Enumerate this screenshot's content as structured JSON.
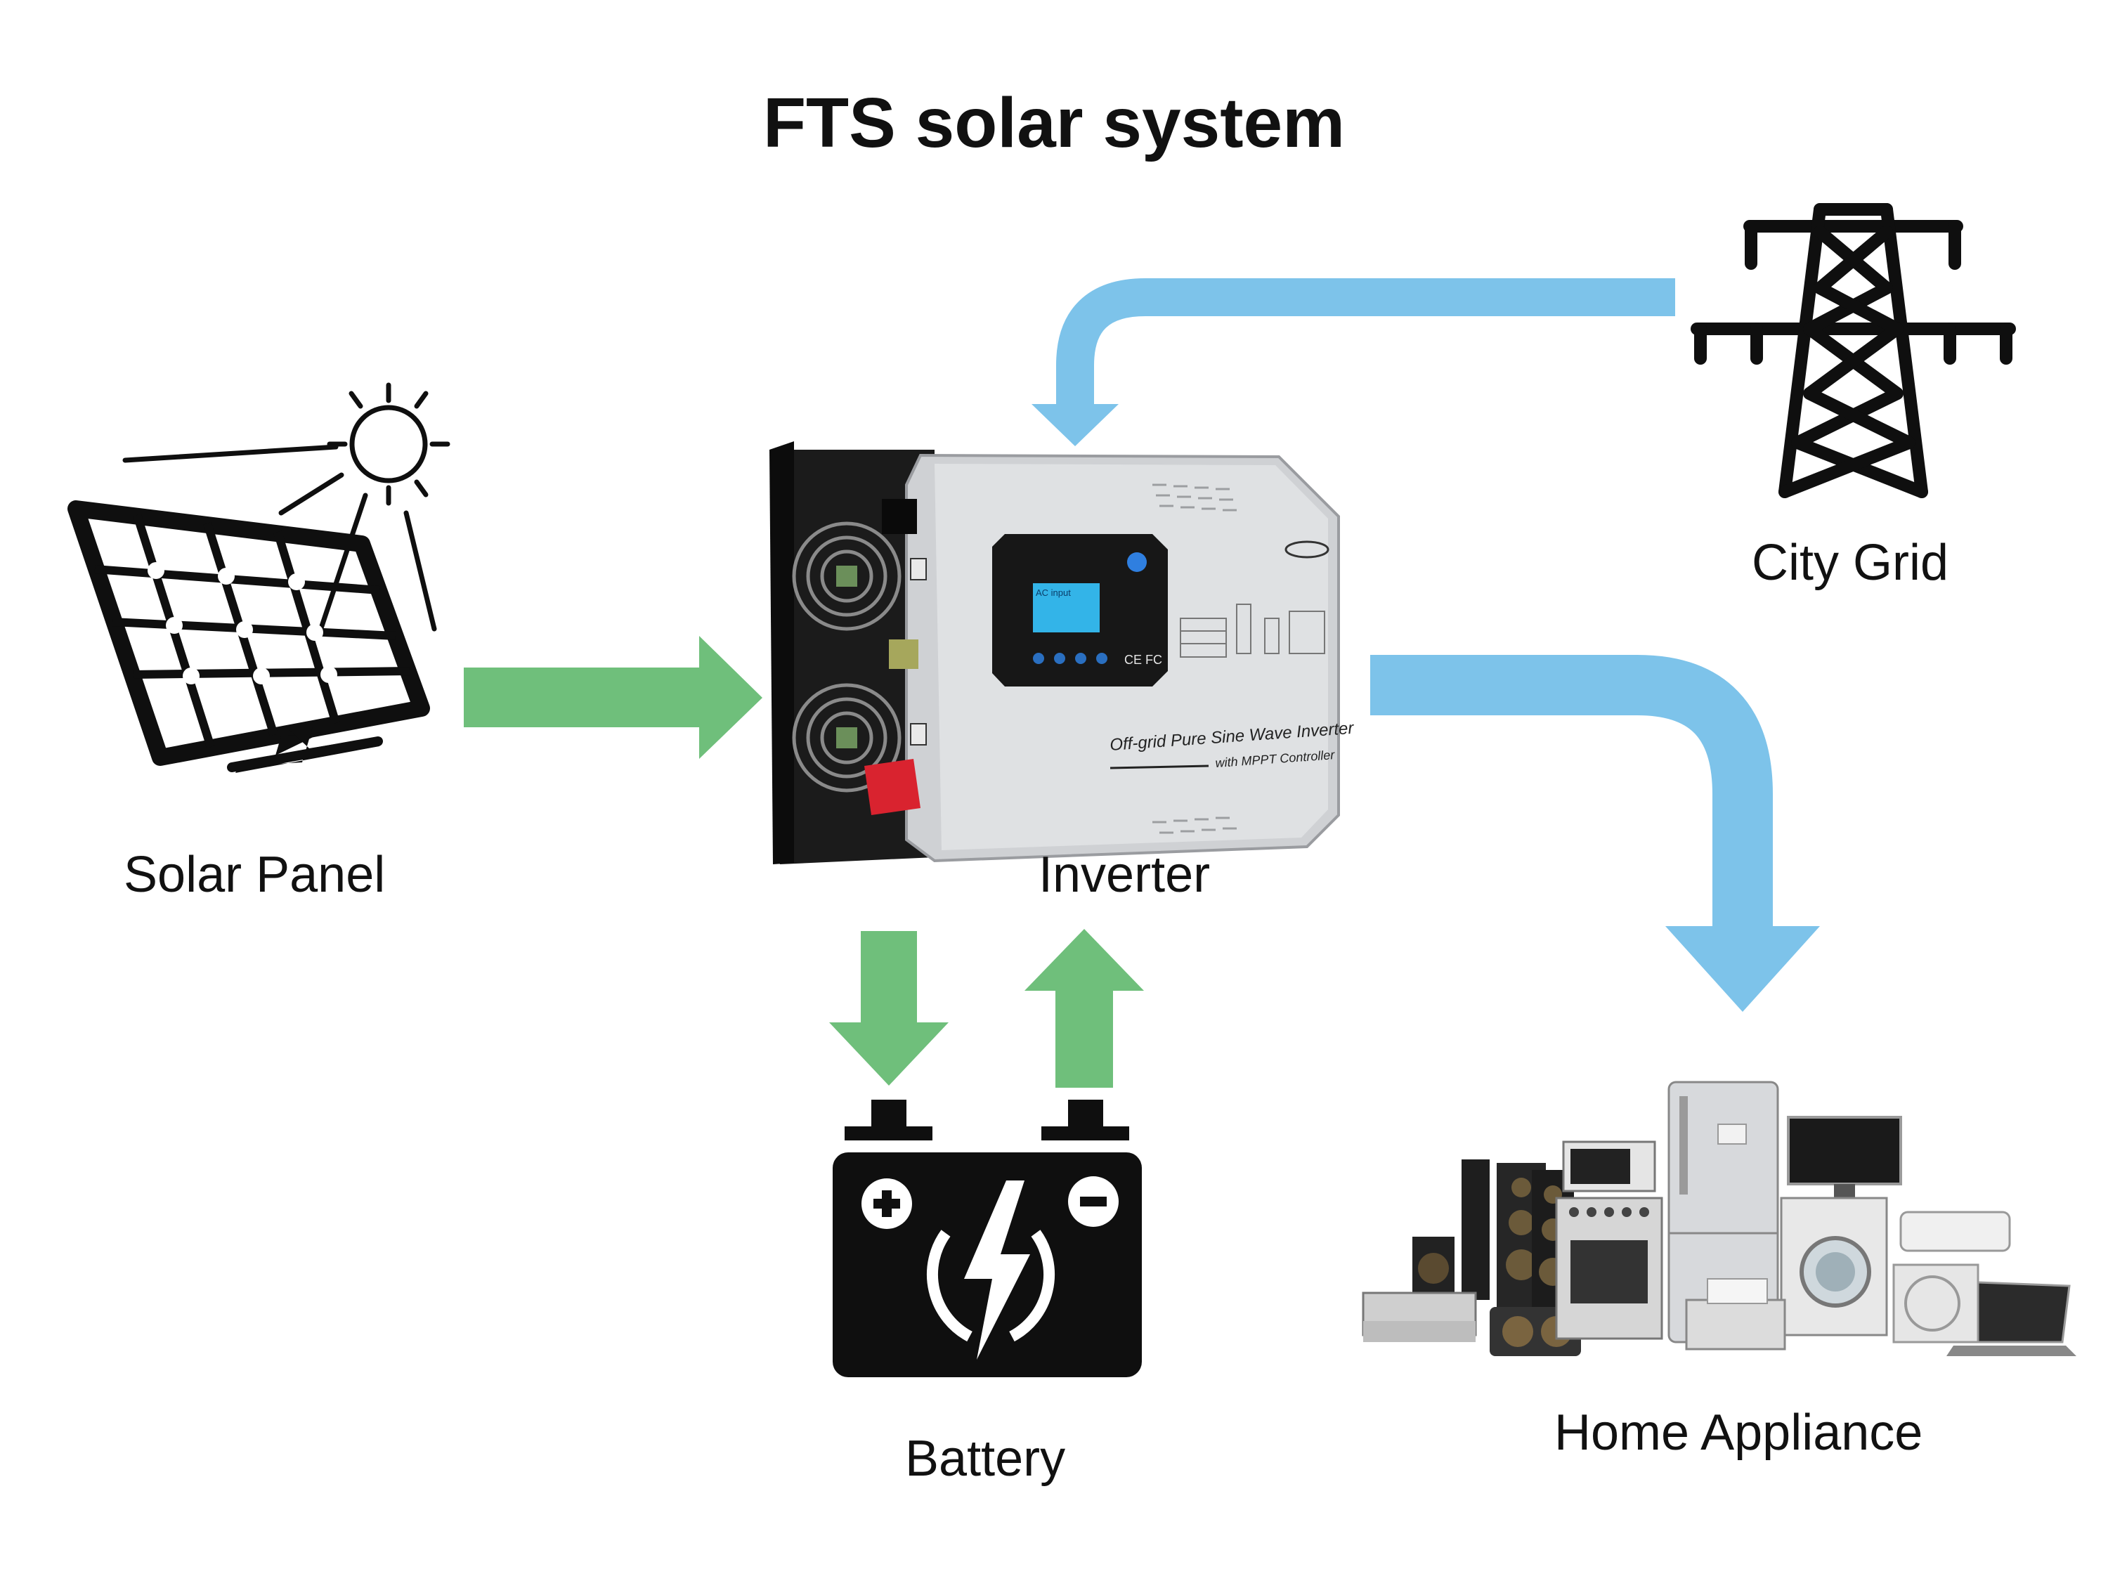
{
  "title": "FTS solar system",
  "nodes": {
    "solar_panel": "Solar Panel",
    "inverter": "Inverter",
    "city_grid": "City Grid",
    "battery": "Battery",
    "home_appliance": "Home Appliance"
  },
  "inverter_device": {
    "product_text": "Off-grid Pure Sine Wave Inverter",
    "product_subtext": "with MPPT Controller",
    "lcd_text": "AC input",
    "cert_text": "CE FC"
  },
  "colors": {
    "green_arrow": "#6FBF7B",
    "blue_arrow": "#7DC3EA",
    "icon": "#0f0f0f"
  },
  "edges": [
    {
      "from": "Solar Panel",
      "to": "Inverter",
      "color": "green"
    },
    {
      "from": "City Grid",
      "to": "Inverter",
      "color": "blue"
    },
    {
      "from": "Inverter",
      "to": "Home Appliance",
      "color": "blue"
    },
    {
      "from": "Inverter",
      "to": "Battery",
      "color": "green"
    },
    {
      "from": "Battery",
      "to": "Inverter",
      "color": "green"
    }
  ],
  "icons": [
    "solar-panel-icon",
    "sun-icon",
    "inverter-icon",
    "transmission-tower-icon",
    "battery-icon",
    "home-appliances-icon"
  ]
}
